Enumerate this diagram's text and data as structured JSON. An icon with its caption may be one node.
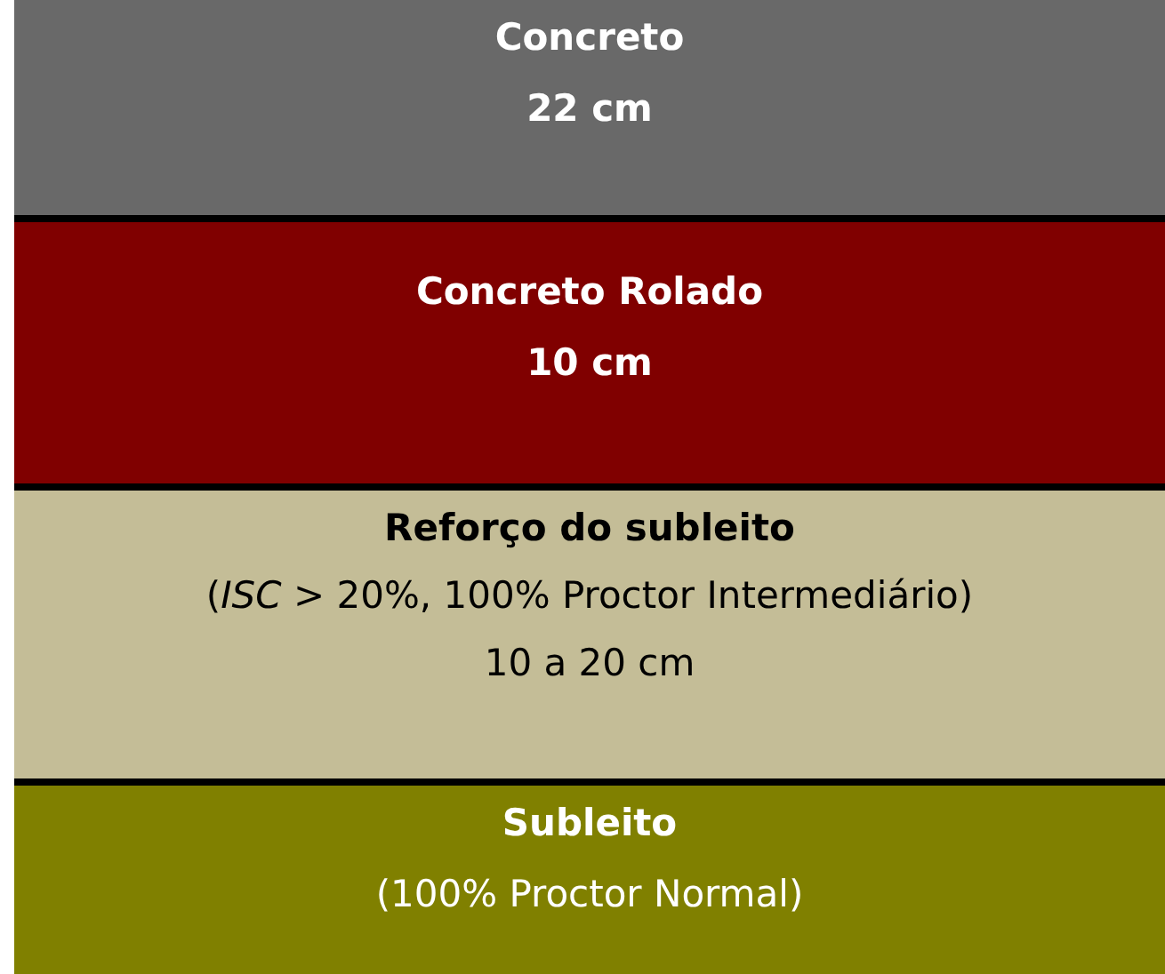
{
  "diagram": {
    "nodes": [
      {
        "text": [
          "Concreto",
          "22 cm"
        ]
      },
      {
        "text": [
          "Concreto Rolado",
          "10 cm"
        ]
      },
      {
        "text": [
          "Reforço do subleito",
          "(*ISC* > 20%, 100% Proctor Intermediário)",
          "10 a 20 cm"
        ]
      },
      {
        "text": [
          "Subleito",
          "(100% Proctor Normal)"
        ]
      }
    ]
  }
}
